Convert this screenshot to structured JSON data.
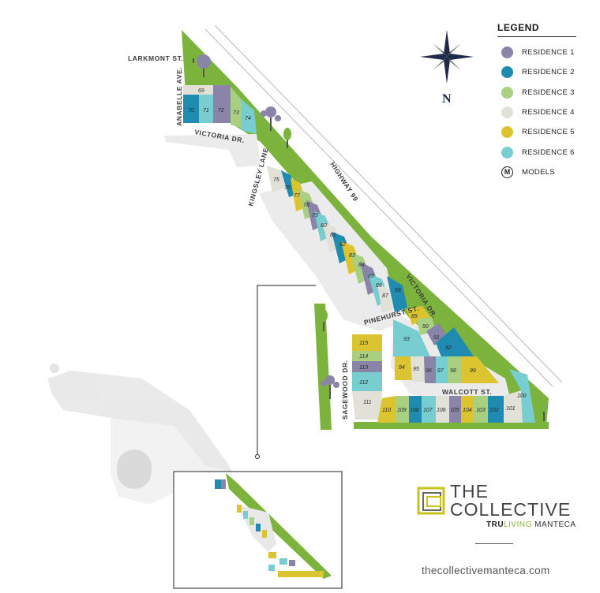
{
  "colors": {
    "residence_1": "#8a84a8",
    "residence_2": "#1f8bb0",
    "residence_3": "#a8d080",
    "residence_4": "#e2e1d8",
    "residence_5": "#dcc430",
    "residence_6": "#78cdd0",
    "greenbelt": "#7bb33c",
    "road": "#ececec"
  },
  "legend": {
    "title": "LEGEND",
    "items": [
      {
        "label": "RESIDENCE 1",
        "color": "#8a84a8"
      },
      {
        "label": "RESIDENCE 2",
        "color": "#1f8bb0"
      },
      {
        "label": "RESIDENCE 3",
        "color": "#a8d080"
      },
      {
        "label": "RESIDENCE 4",
        "color": "#e2e1d8"
      },
      {
        "label": "RESIDENCE 5",
        "color": "#dcc430"
      },
      {
        "label": "RESIDENCE 6",
        "color": "#78cdd0"
      },
      {
        "label": "MODELS",
        "symbol": "M"
      }
    ]
  },
  "compass": {
    "label": "N"
  },
  "streets": {
    "larkmont": "LARKMONT ST.",
    "anabelle": "ANABELLE AVE.",
    "victoria_top": "VICTORIA DR.",
    "kingsley": "KINGSLEY LANE",
    "highway": "HIGHWAY 99",
    "victoria_right": "VICTORIA DR.",
    "pinehurst": "PINEHURST ST.",
    "walcott": "WALCOTT ST.",
    "sagewood": "SAGEWOOD DR."
  },
  "lots": {
    "top": [
      "69",
      "70",
      "71",
      "72",
      "73",
      "74"
    ],
    "diagonal": [
      "75",
      "76",
      "77",
      "78",
      "79",
      "80",
      "81",
      "82",
      "83",
      "84",
      "85",
      "86",
      "87",
      "88"
    ],
    "inner": [
      "89",
      "90",
      "91",
      "92",
      "93",
      "94",
      "95",
      "96",
      "97",
      "98",
      "99"
    ],
    "left": [
      "115",
      "114",
      "113",
      "112",
      "111"
    ],
    "bottom": [
      "110",
      "109",
      "108",
      "107",
      "106",
      "105",
      "104",
      "103",
      "102",
      "101",
      "100"
    ]
  },
  "brand": {
    "line1": "THE",
    "line2": "COLLECTIVE",
    "sub_a": "TRU",
    "sub_b": "LIVING",
    "sub_c": " MANTECA",
    "url": "thecollectivemanteca.com"
  }
}
